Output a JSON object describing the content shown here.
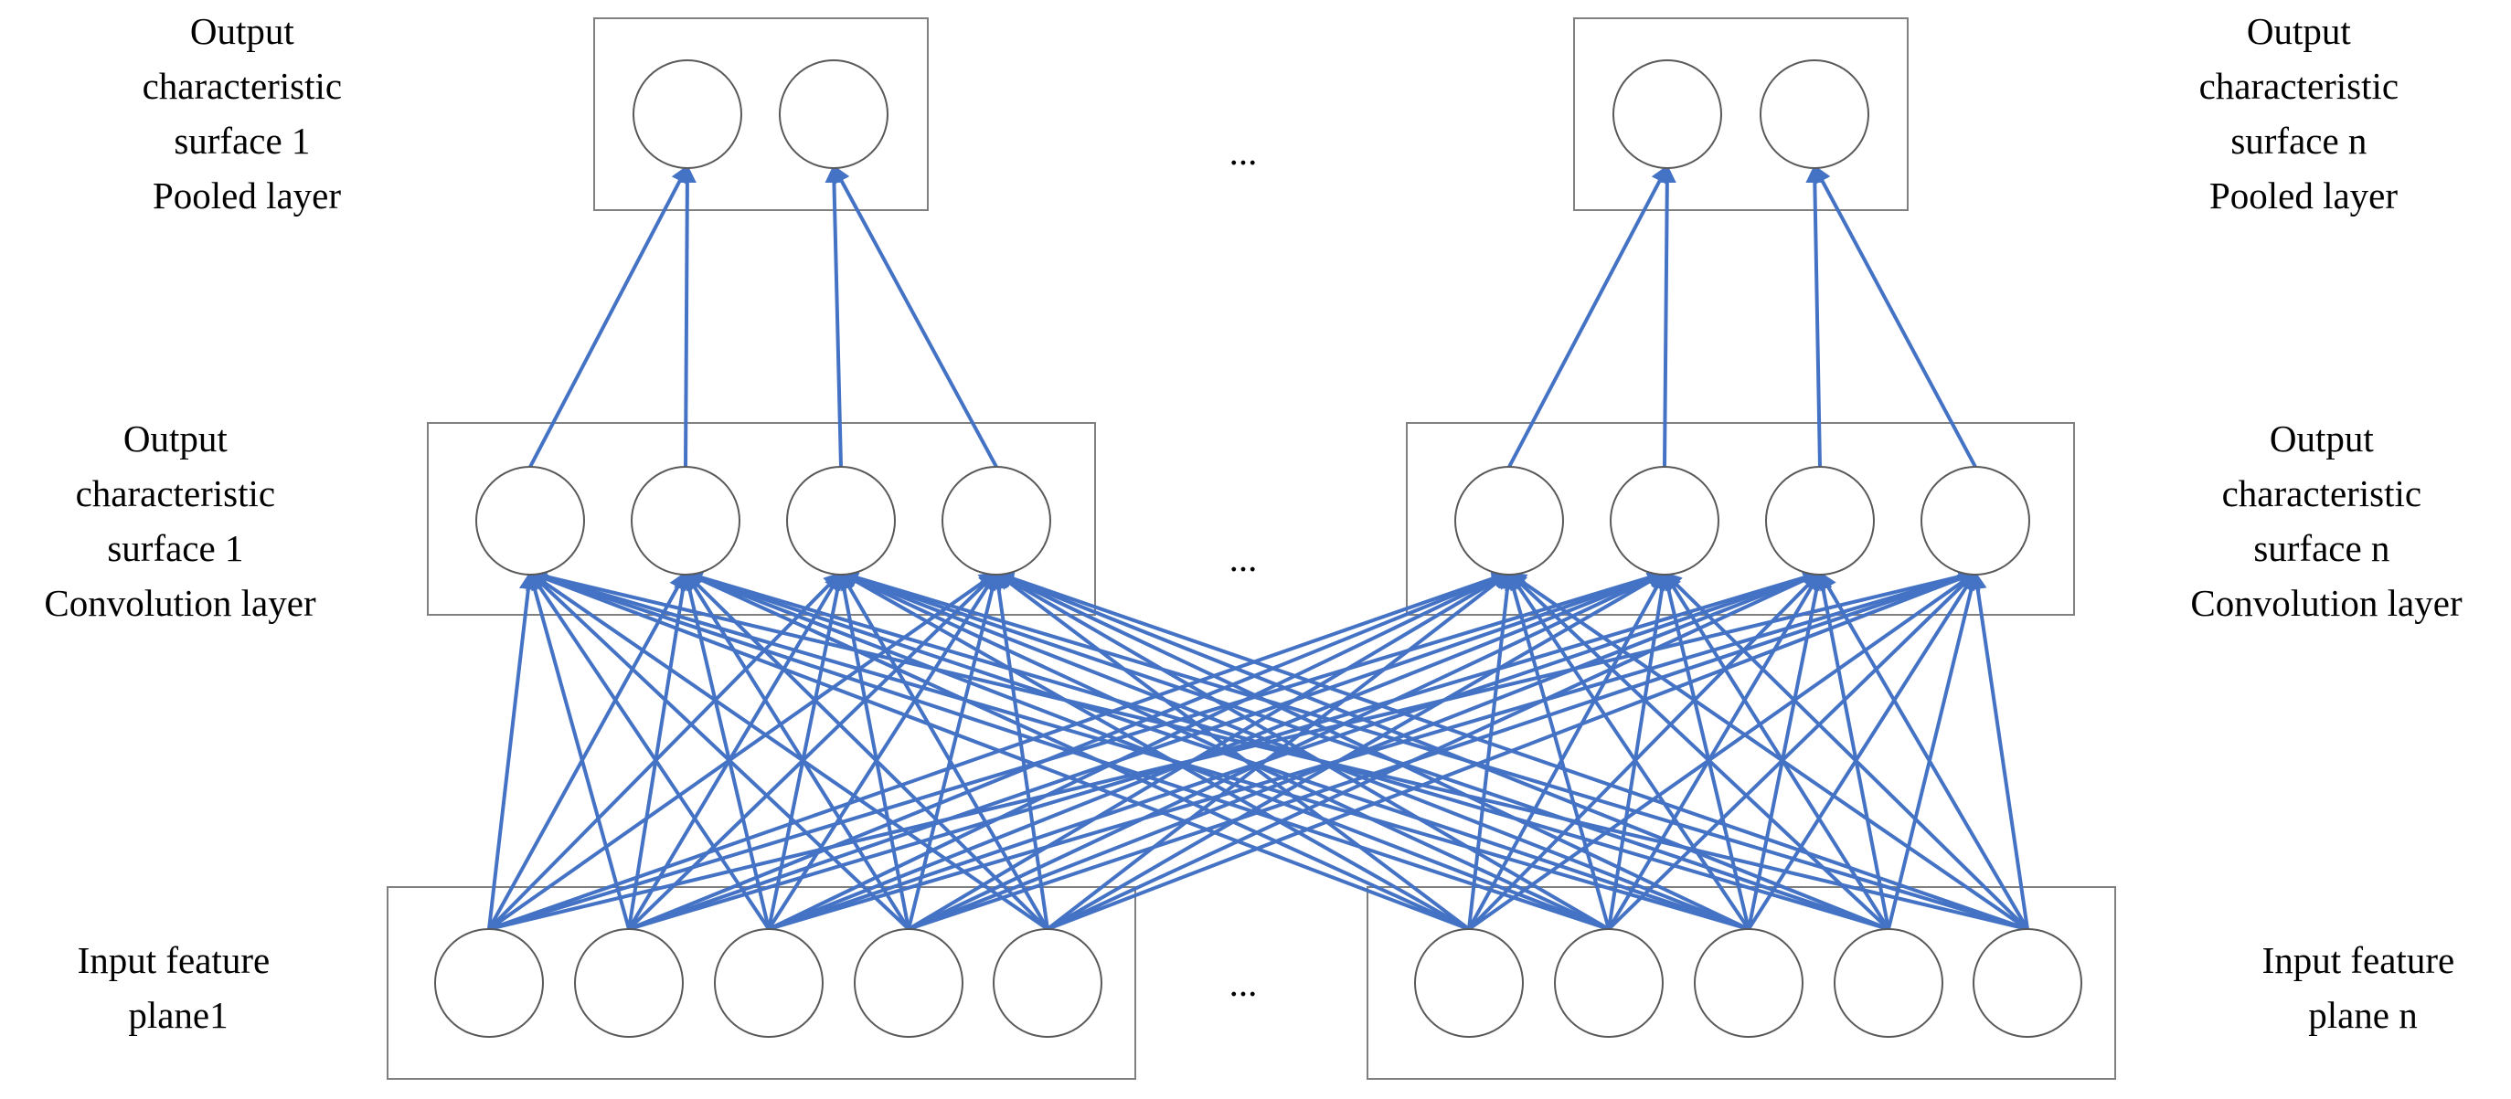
{
  "labels": {
    "pool_left": [
      "Output",
      "characteristic",
      "surface 1",
      "Pooled layer"
    ],
    "pool_right": [
      "Output",
      "characteristic",
      "surface n",
      "Pooled layer"
    ],
    "conv_left": [
      "Output",
      "characteristic",
      "surface 1",
      "Convolution layer"
    ],
    "conv_right": [
      "Output",
      "characteristic",
      "surface n",
      "Convolution layer"
    ],
    "input_left": [
      "Input feature",
      "plane1"
    ],
    "input_right": [
      "Input feature",
      "plane n"
    ]
  },
  "ellipsis": "...",
  "colors": {
    "edge": "#4472C4",
    "node_stroke": "#595959",
    "box_stroke": "#808080"
  }
}
